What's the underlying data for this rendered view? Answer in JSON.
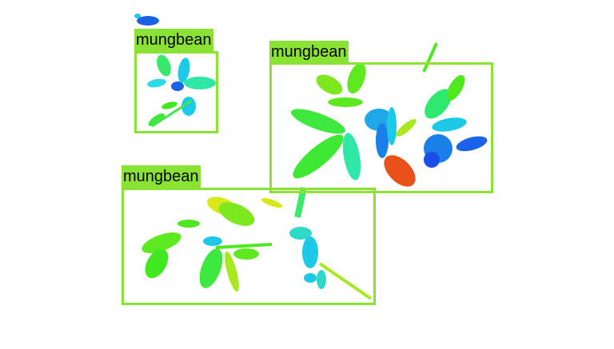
{
  "detections": [
    {
      "label": "mungbean"
    },
    {
      "label": "mungbean"
    },
    {
      "label": "mungbean"
    }
  ],
  "colors": {
    "background": "#ffffff",
    "box": "#8ae234",
    "label_bg": "#8ae234",
    "label_text": "#000000",
    "leaf_green": "#3fe81f",
    "leaf_cyan": "#1ec9e8",
    "leaf_blue": "#1a62e8",
    "leaf_yellow": "#d9e81a",
    "leaf_orange": "#e8521a"
  }
}
